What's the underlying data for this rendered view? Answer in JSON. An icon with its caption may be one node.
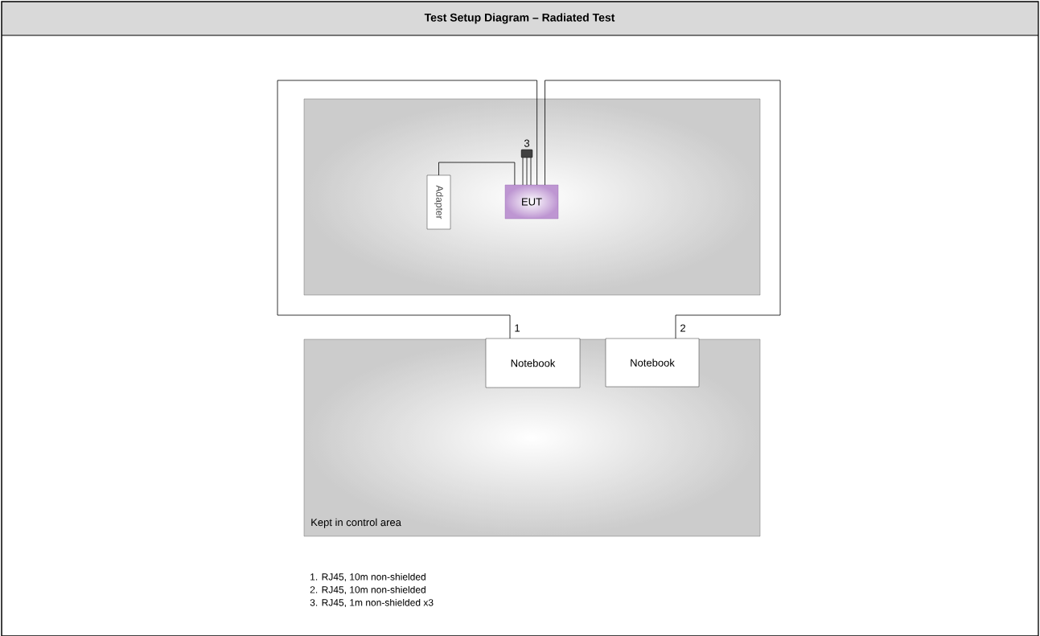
{
  "diagram": {
    "title": "Test Setup Diagram – Radiated Test",
    "nodes": [
      {
        "text": [],
        "shape": "box"
      },
      {
        "text": [
          "Adapter"
        ],
        "in": 0
      },
      {
        "text": [
          "EUT"
        ],
        "in": 0
      },
      {
        "text": [],
        "shape": "box",
        "in": 0,
        "beside": [
          "3"
        ]
      },
      {
        "text": [
          "Kept in control area"
        ]
      },
      {
        "text": [
          "Notebook"
        ],
        "in": 4
      },
      {
        "text": [
          "Notebook"
        ],
        "in": 4
      }
    ],
    "edges": [
      {
        "from": 1,
        "to": 2,
        "arrow": "none"
      },
      {
        "from": 3,
        "to": 2,
        "arrow": "none"
      },
      {
        "from": 2,
        "to": 5,
        "arrow": "none",
        "label": "1"
      },
      {
        "from": 2,
        "to": 6,
        "arrow": "none",
        "label": "2"
      }
    ],
    "labels": [
      "1. RJ45, 10m non-shielded",
      "2. RJ45, 10m non-shielded",
      "3. RJ45, 1m non-shielded x3"
    ]
  }
}
